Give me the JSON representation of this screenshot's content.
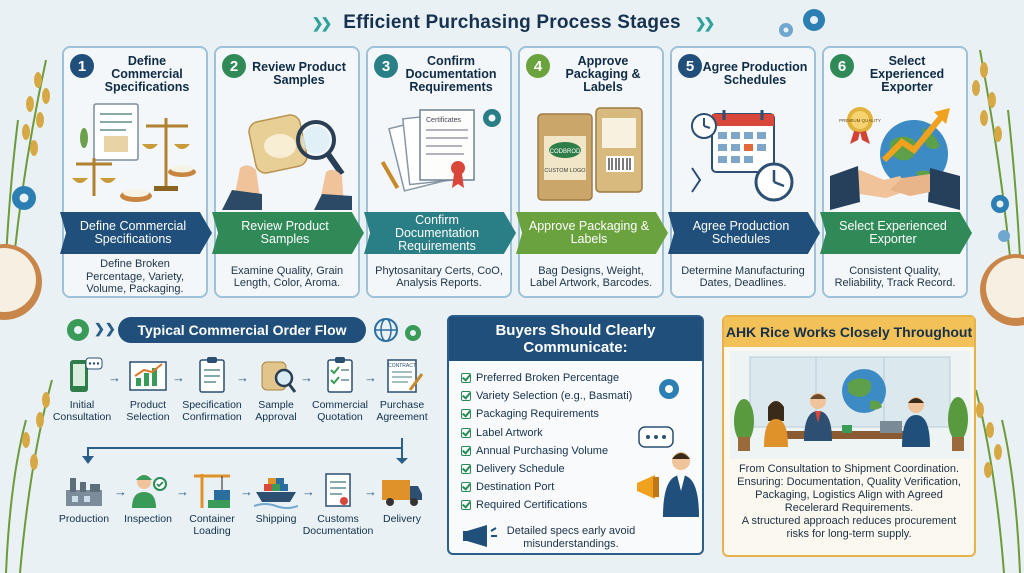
{
  "title": "Efficient Purchasing Process Stages",
  "stages": [
    {
      "num": "1",
      "heading": "Define Commercial Specifications",
      "banner": "Define Commercial Specifications",
      "description": "Define Broken Percentage, Variety, Volume, Packaging.",
      "color": "#1f4f7a"
    },
    {
      "num": "2",
      "heading": "Review Product Samples",
      "banner": "Review Product Samples",
      "description": "Examine Quality, Grain Length, Color, Aroma.",
      "color": "#2f8a58"
    },
    {
      "num": "3",
      "heading": "Confirm Documentation Requirements",
      "banner": "Confirm Documentation Requirements",
      "description": "Phytosanitary Certs, CoO, Analysis Reports.",
      "color": "#2a7f86"
    },
    {
      "num": "4",
      "heading": "Approve Packaging & Labels",
      "banner": "Approve Packaging & Labels",
      "description": "Bag Designs, Weight, Label Artwork, Barcodes.",
      "color": "#6aa23d"
    },
    {
      "num": "5",
      "heading": "Agree Production Schedules",
      "banner": "Agree Production Schedules",
      "description": "Determine Manufacturing Dates, Deadlines.",
      "color": "#1f4f7a"
    },
    {
      "num": "6",
      "heading": "Select Experienced Exporter",
      "banner": "Select Experienced Exporter",
      "description": "Consistent Quality, Reliability, Track Record.",
      "color": "#2f8a58"
    }
  ],
  "flow": {
    "title": "Typical Commercial Order Flow",
    "row1": [
      "Initial Consultation",
      "Product Selection",
      "Specification Confirmation",
      "Sample Approval",
      "Commercial Quotation",
      "Purchase Agreement"
    ],
    "row2": [
      "Production",
      "Inspection",
      "Container Loading",
      "Shipping",
      "Customs Documentation",
      "Delivery"
    ]
  },
  "buyers": {
    "heading": "Buyers Should Clearly Communicate:",
    "items": [
      "Preferred Broken Percentage",
      "Variety Selection (e.g., Basmati)",
      "Packaging Requirements",
      "Label Artwork",
      "Annual Purchasing Volume",
      "Delivery Schedule",
      "Destination Port",
      "Required Certifications"
    ],
    "note": "Detailed specs early avoid misunderstandings."
  },
  "ahk": {
    "heading": "AHK Rice Works Closely Throughout",
    "line1": "From Consultation to Shipment Coordination.",
    "line2": "Ensuring: Documentation, Quality Verification, Packaging, Logistics Align with Agreed Recelerard Requirements.",
    "line3": "A structured approach reduces procurement risks for long-term supply."
  },
  "misc": {
    "certificate_label": "Certificates",
    "bag_brand": "CODBROD",
    "bag_label": "CUSTOM LOGO",
    "contract_label": "CONTRACT",
    "seal_text": "PREMIUM QUALITY"
  }
}
